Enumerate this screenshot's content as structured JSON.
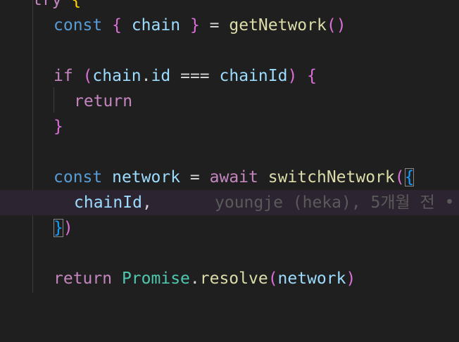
{
  "code": {
    "line_try": {
      "try": "try",
      "brace": "{"
    },
    "line_const_chain": {
      "const": "const",
      "open": "{",
      "name": "chain",
      "close": "}",
      "eq": "=",
      "fn": "getNetwork",
      "parens": "()"
    },
    "line_if": {
      "if": "if",
      "open_paren": "(",
      "obj": "chain",
      "dot": ".",
      "prop": "id",
      "op": "===",
      "rhs": "chainId",
      "close_paren": ")",
      "brace": "{"
    },
    "line_return": {
      "return": "return"
    },
    "line_close_if": {
      "brace": "}"
    },
    "line_const_network": {
      "const": "const",
      "name": "network",
      "eq": "=",
      "await": "await",
      "fn": "switchNetwork",
      "open_paren": "(",
      "open_brace": "{"
    },
    "line_chainid": {
      "prop": "chainId",
      "comma": ",",
      "blame": "youngje (heka), 5개월 전 •"
    },
    "line_close_call": {
      "brace": "}",
      "paren": ")"
    },
    "line_return_promise": {
      "return": "return",
      "cls": "Promise",
      "dot": ".",
      "method": "resolve",
      "open": "(",
      "arg": "network",
      "close": ")"
    }
  },
  "colors": {
    "background": "#1f1f1f",
    "active_line": "#2c2430",
    "keyword": "#569cd6",
    "control": "#c586c0",
    "variable": "#9cdcfe",
    "function": "#dcdcaa",
    "class": "#4ec9b0",
    "bracket_gold": "#ffd700",
    "bracket_orchid": "#da70d6",
    "bracket_blue": "#179fff",
    "blame": "#5a5a5a"
  }
}
